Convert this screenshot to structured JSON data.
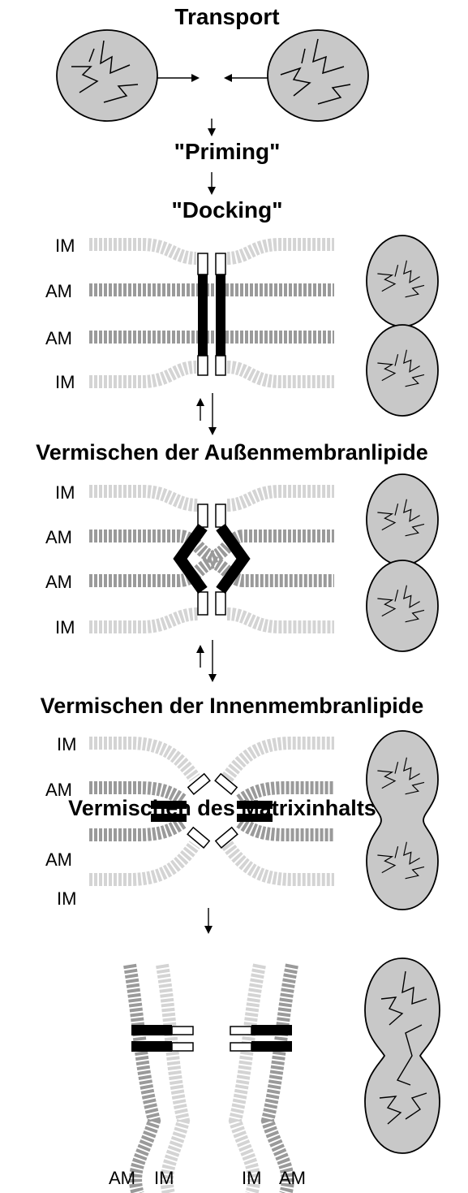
{
  "stages": {
    "transport": "Transport",
    "priming": "\"Priming\"",
    "docking": "\"Docking\"",
    "outer_mixing": "Vermischen der Außenmembranlipide",
    "inner_mixing": "Vermischen der Innenmembranlipide",
    "matrix_mixing": "Vermischen des Matrixinhalts"
  },
  "labels": {
    "inner_membrane": "IM",
    "outer_membrane": "AM"
  },
  "colors": {
    "mito_fill": "#c8c8c8",
    "outer_lipid": "#9a9a9a",
    "inner_lipid": "#d4d4d4",
    "protein": "#000000"
  }
}
